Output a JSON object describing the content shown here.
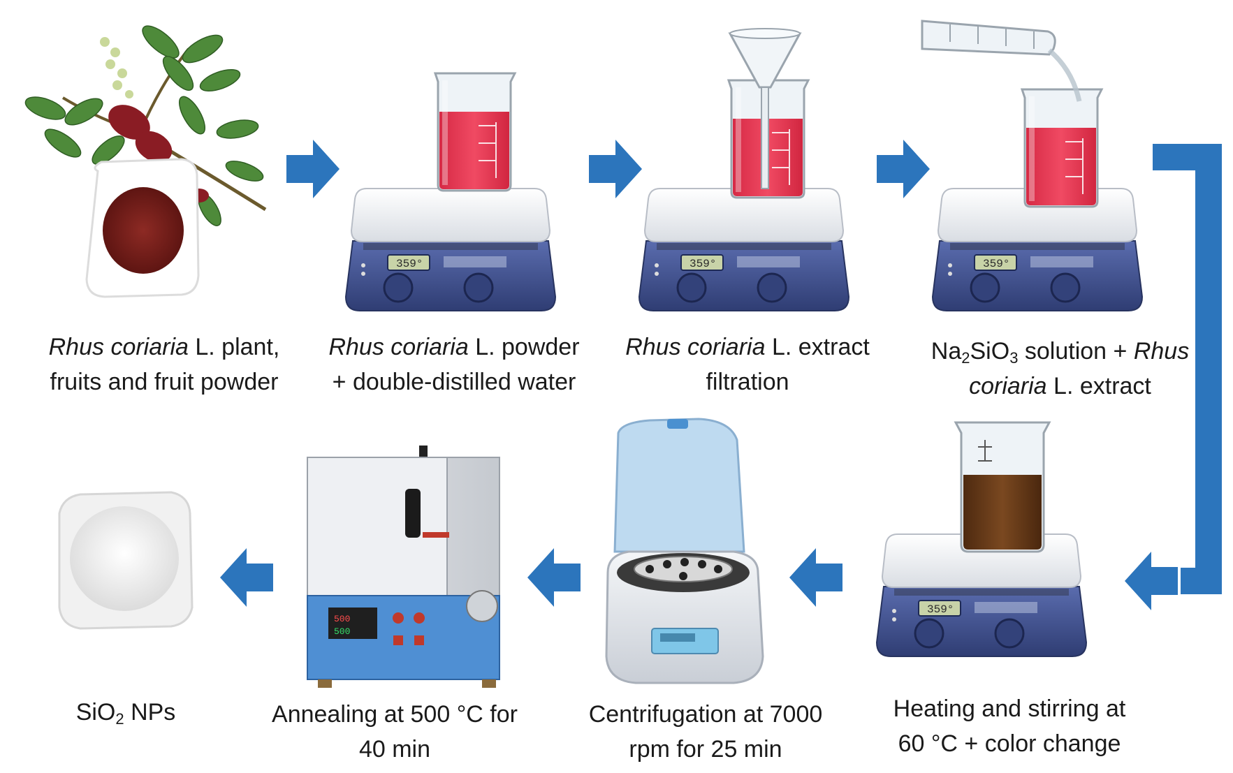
{
  "colors": {
    "arrow": "#2c75bc",
    "red_solution": "#e2344f",
    "brown_solution": "#6b3c1a",
    "plate_blue": "#3e4f8c",
    "powder_red": "#7a1f1c"
  },
  "icons": [
    "plant-icon",
    "hotplate-icon",
    "beaker-icon",
    "funnel-icon",
    "pipette-icon",
    "centrifuge-icon",
    "furnace-icon",
    "powder-bowl-icon",
    "arrow-icon"
  ],
  "display": {
    "temp_readout": "359"
  },
  "steps": [
    {
      "line1_italic": "Rhus coriaria",
      "line1_rest": " L. plant,",
      "line2": "fruits and fruit powder"
    },
    {
      "line1_italic": "Rhus coriaria",
      "line1_rest": " L. powder",
      "line2": "+ double-distilled water"
    },
    {
      "line1_italic": "Rhus coriaria",
      "line1_rest": " L. extract",
      "line2": "filtration"
    },
    {
      "l1_a": "Na",
      "l1_sub1": "2",
      "l1_b": "SiO",
      "l1_sub2": "3",
      "l1_c": " solution + ",
      "l1_italic": "Rhus",
      "l2_italic": "coriaria",
      "l2_rest": " L. extract"
    },
    {
      "line1": "Heating and stirring at",
      "line2": "60 °C + color change"
    },
    {
      "line1": "Centrifugation at 7000",
      "line2": "rpm for 25 min"
    },
    {
      "line1": "Annealing at 500 °C for",
      "line2": "40 min"
    },
    {
      "a": "SiO",
      "sub": "2",
      "b": " NPs"
    }
  ]
}
